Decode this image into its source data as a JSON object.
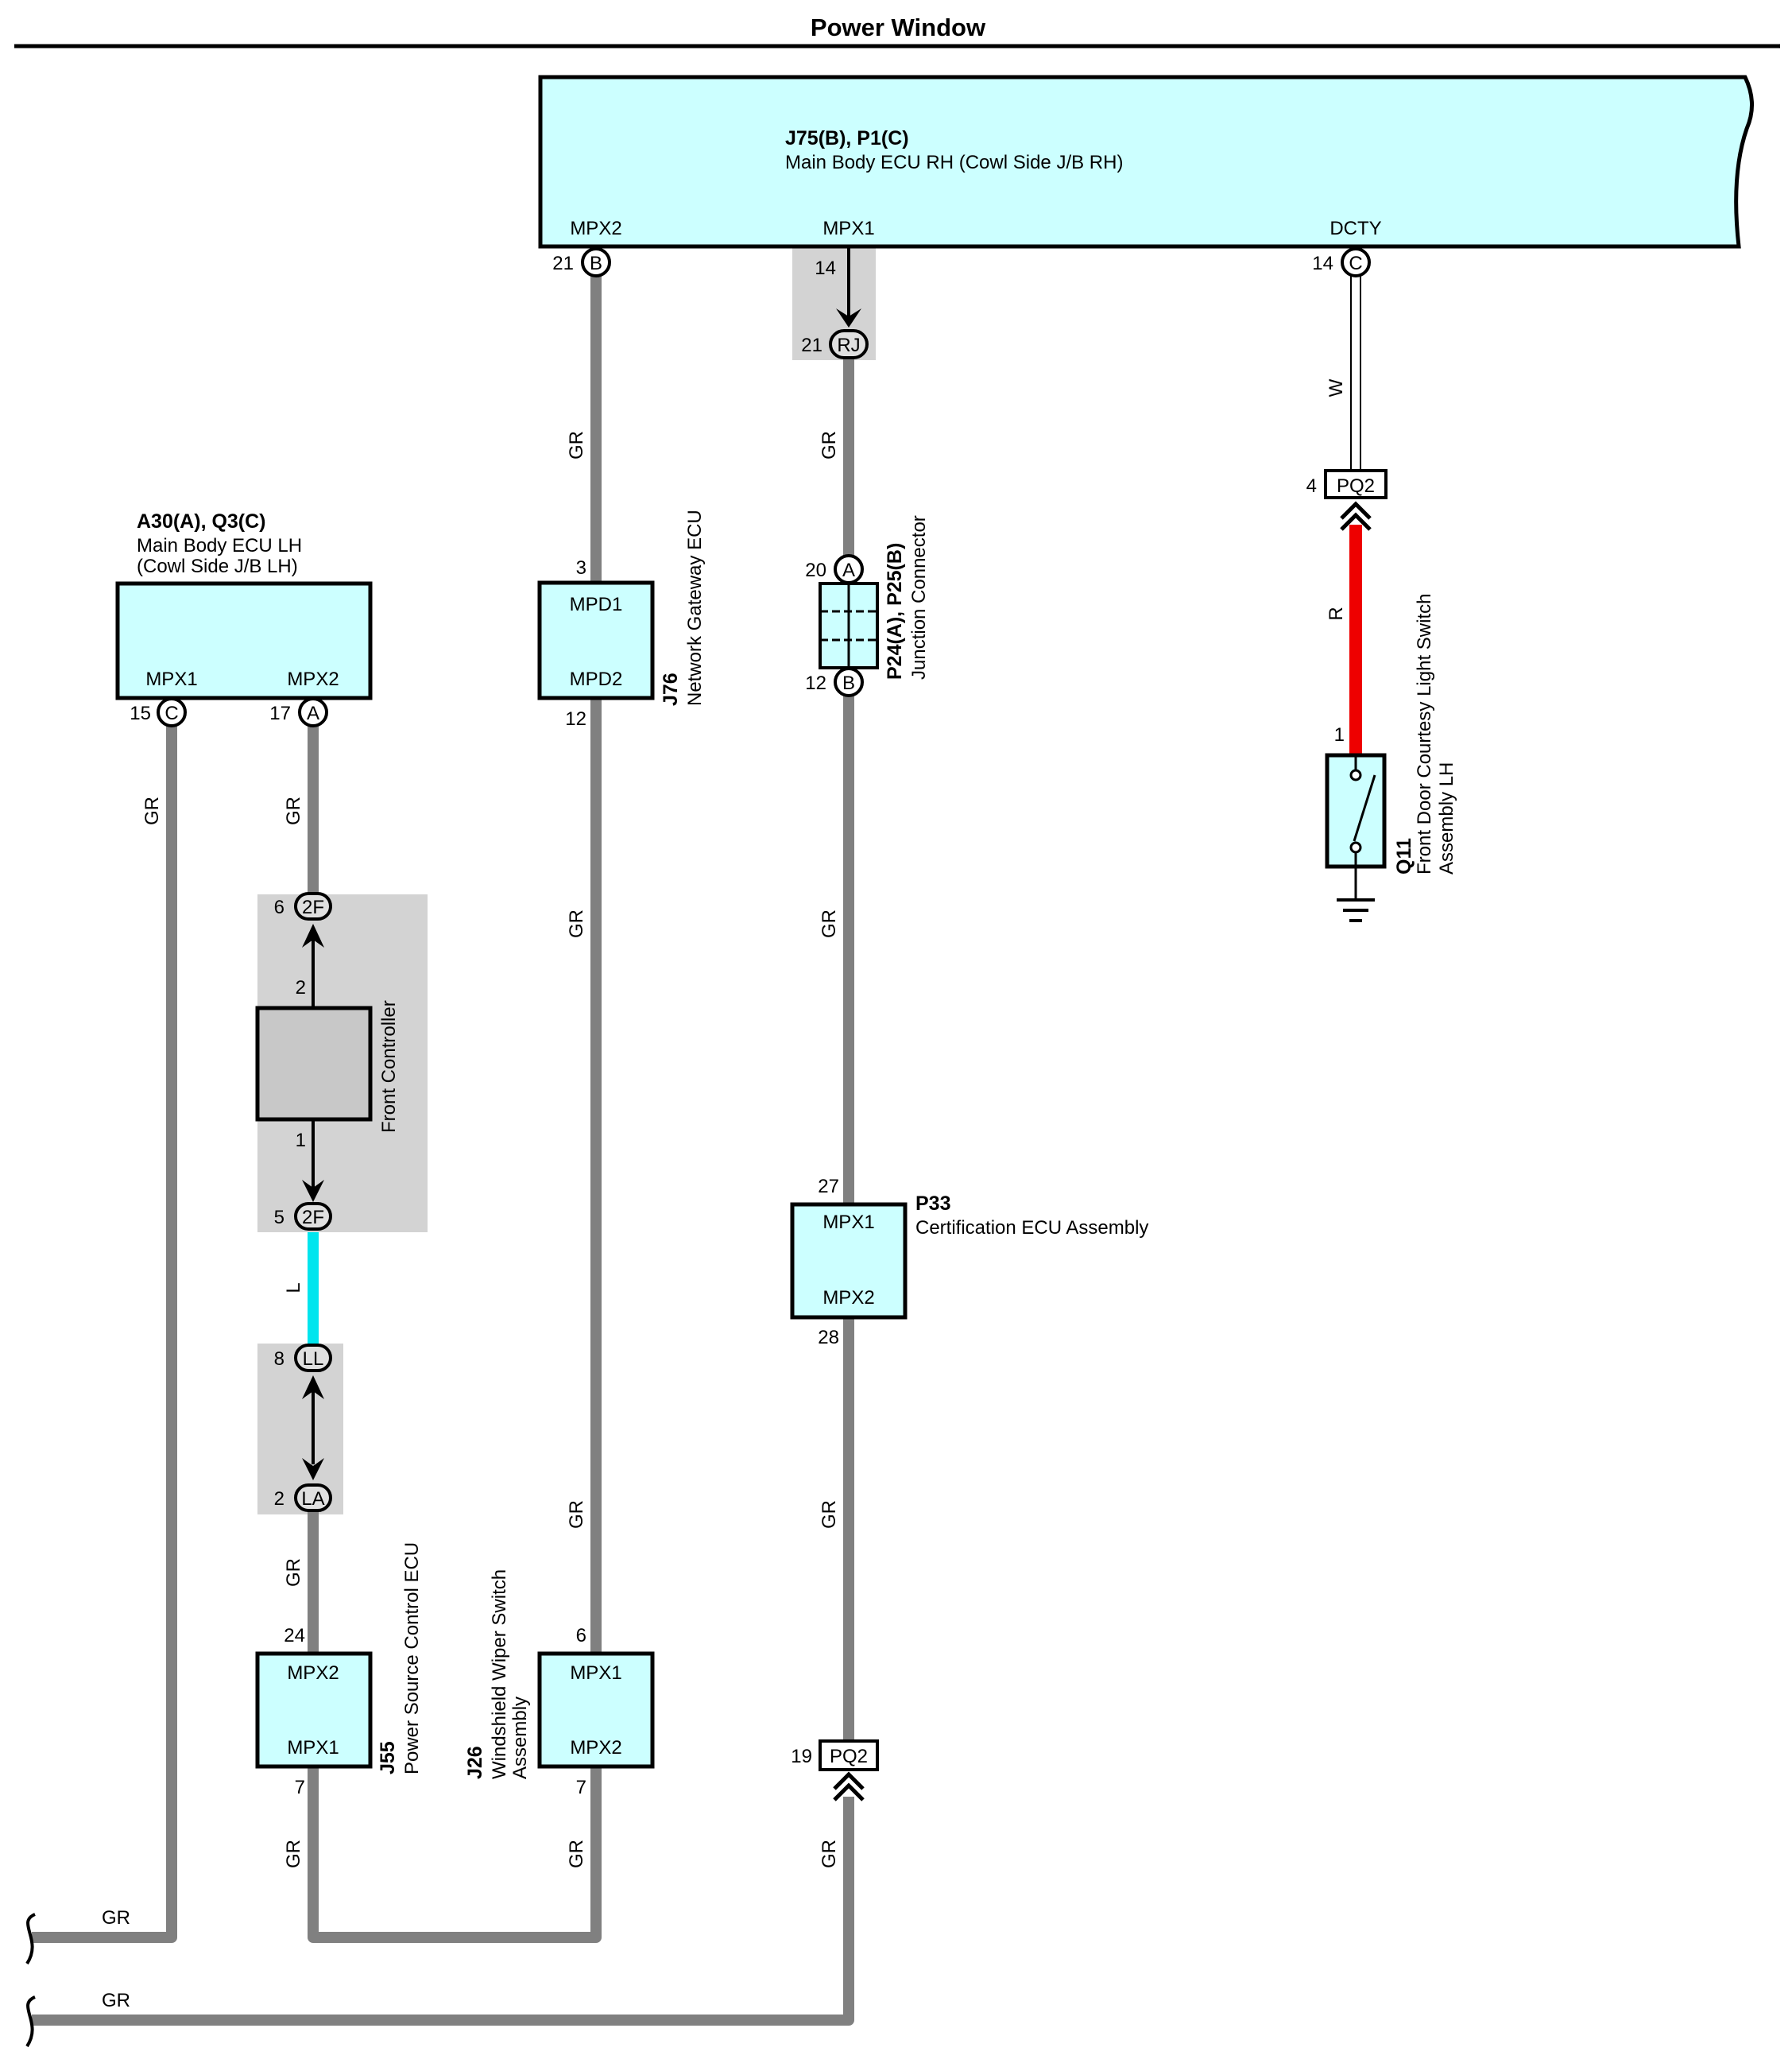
{
  "title": "Power Window",
  "components": {
    "main_ecu_rh": {
      "id": "J75(B), P1(C)",
      "name": "Main Body ECU RH (Cowl Side J/B RH)",
      "pins": {
        "mpx2": "MPX2",
        "mpx1": "MPX1",
        "dcty": "DCTY"
      }
    },
    "main_ecu_lh": {
      "id": "A30(A), Q3(C)",
      "name_line1": "Main Body ECU LH",
      "name_line2": "(Cowl Side J/B LH)",
      "pins": {
        "mpx1": "MPX1",
        "mpx2": "MPX2"
      }
    },
    "gateway": {
      "id": "J76",
      "name": "Network Gateway ECU",
      "pins": {
        "top": "MPD1",
        "bottom": "MPD2"
      }
    },
    "junction": {
      "id": "P24(A), P25(B)",
      "name": "Junction Connector"
    },
    "cert_ecu": {
      "id": "P33",
      "name": "Certification ECU Assembly",
      "pins": {
        "top": "MPX1",
        "bottom": "MPX2"
      }
    },
    "power_source": {
      "id": "J55",
      "name": "Power Source Control ECU",
      "pins": {
        "top": "MPX2",
        "bottom": "MPX1"
      }
    },
    "wiper_switch": {
      "id": "J26",
      "name_line1": "Windshield Wiper Switch",
      "name_line2": "Assembly",
      "pins": {
        "top": "MPX1",
        "bottom": "MPX2"
      }
    },
    "front_controller": {
      "name": "Front Controller"
    },
    "courtesy_switch": {
      "id": "Q11",
      "name_line1": "Front Door Courtesy Light Switch",
      "name_line2": "Assembly LH"
    }
  },
  "connectors": {
    "rh_b": "B",
    "rh_c": "C",
    "rj": "RJ",
    "lh_c": "C",
    "lh_a": "A",
    "jc_a": "A",
    "jc_b": "B",
    "f2f_top": "2F",
    "f2f_bottom": "2F",
    "ll": "LL",
    "la": "LA",
    "pq2_right": "PQ2",
    "pq2_mid": "PQ2"
  },
  "pin_numbers": {
    "rh_b": "21",
    "rh_rj_upper": "14",
    "rh_rj_lower": "21",
    "rh_c": "14",
    "lh_c": "15",
    "lh_a": "17",
    "gw_in": "3",
    "gw_out": "12",
    "jc_a": "20",
    "jc_b": "12",
    "cert_in": "27",
    "cert_out": "28",
    "f2f_top": "6",
    "fc_top": "2",
    "fc_bottom": "1",
    "f2f_bottom": "5",
    "ll": "8",
    "la": "2",
    "ps_in": "24",
    "ps_out": "7",
    "ws_in": "6",
    "ws_out": "7",
    "pq2_mid": "19",
    "pq2_right": "4",
    "switch": "1"
  },
  "wire_colors": {
    "gr": "GR",
    "l": "L",
    "r": "R",
    "w": "W"
  },
  "colors": {
    "ecu_fill": "#ccffff",
    "wire_gray": "#808080",
    "wire_light_blue": "#00e5ee",
    "wire_red": "#ee0000",
    "shade": "#d3d3d3"
  }
}
